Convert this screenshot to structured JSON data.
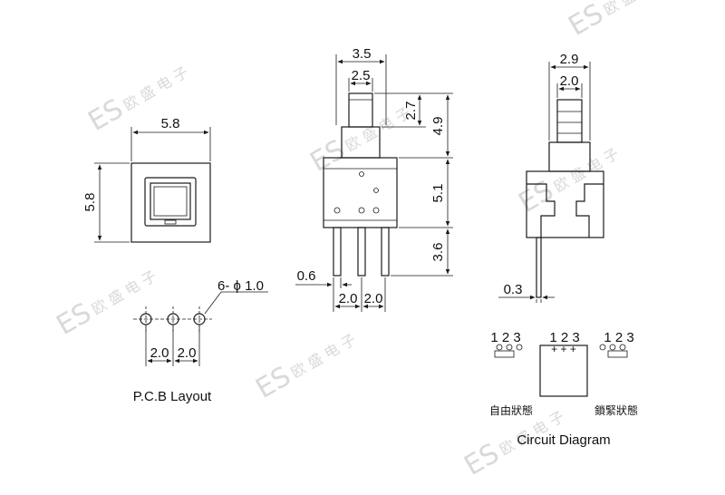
{
  "watermark": {
    "brand": "ES",
    "chinese": "欧 盛 电 子"
  },
  "pcb_view": {
    "title": "P.C.B Layout",
    "top_dim": "5.8",
    "side_dim": "5.8",
    "hole_note": "6- ϕ 1.0",
    "pitch_1": "2.0",
    "pitch_2": "2.0"
  },
  "front_view": {
    "dim_top_outer": "3.5",
    "dim_top_inner": "2.5",
    "dim_27": "2.7",
    "dim_49": "4.9",
    "dim_51": "5.1",
    "dim_36": "3.6",
    "dim_pin": "0.6",
    "dim_pitch_1": "2.0",
    "dim_pitch_2": "2.0"
  },
  "side_view": {
    "dim_top_outer": "2.9",
    "dim_top_inner": "2.0",
    "dim_pin": "0.3"
  },
  "circuit": {
    "title": "Circuit Diagram",
    "left_numbers": "1 2 3",
    "center_numbers": "1 2 3",
    "right_numbers": "1 2 3",
    "center_marks": "+ + +",
    "left_state": "自由狀態",
    "right_state": "鎖緊狀態"
  }
}
